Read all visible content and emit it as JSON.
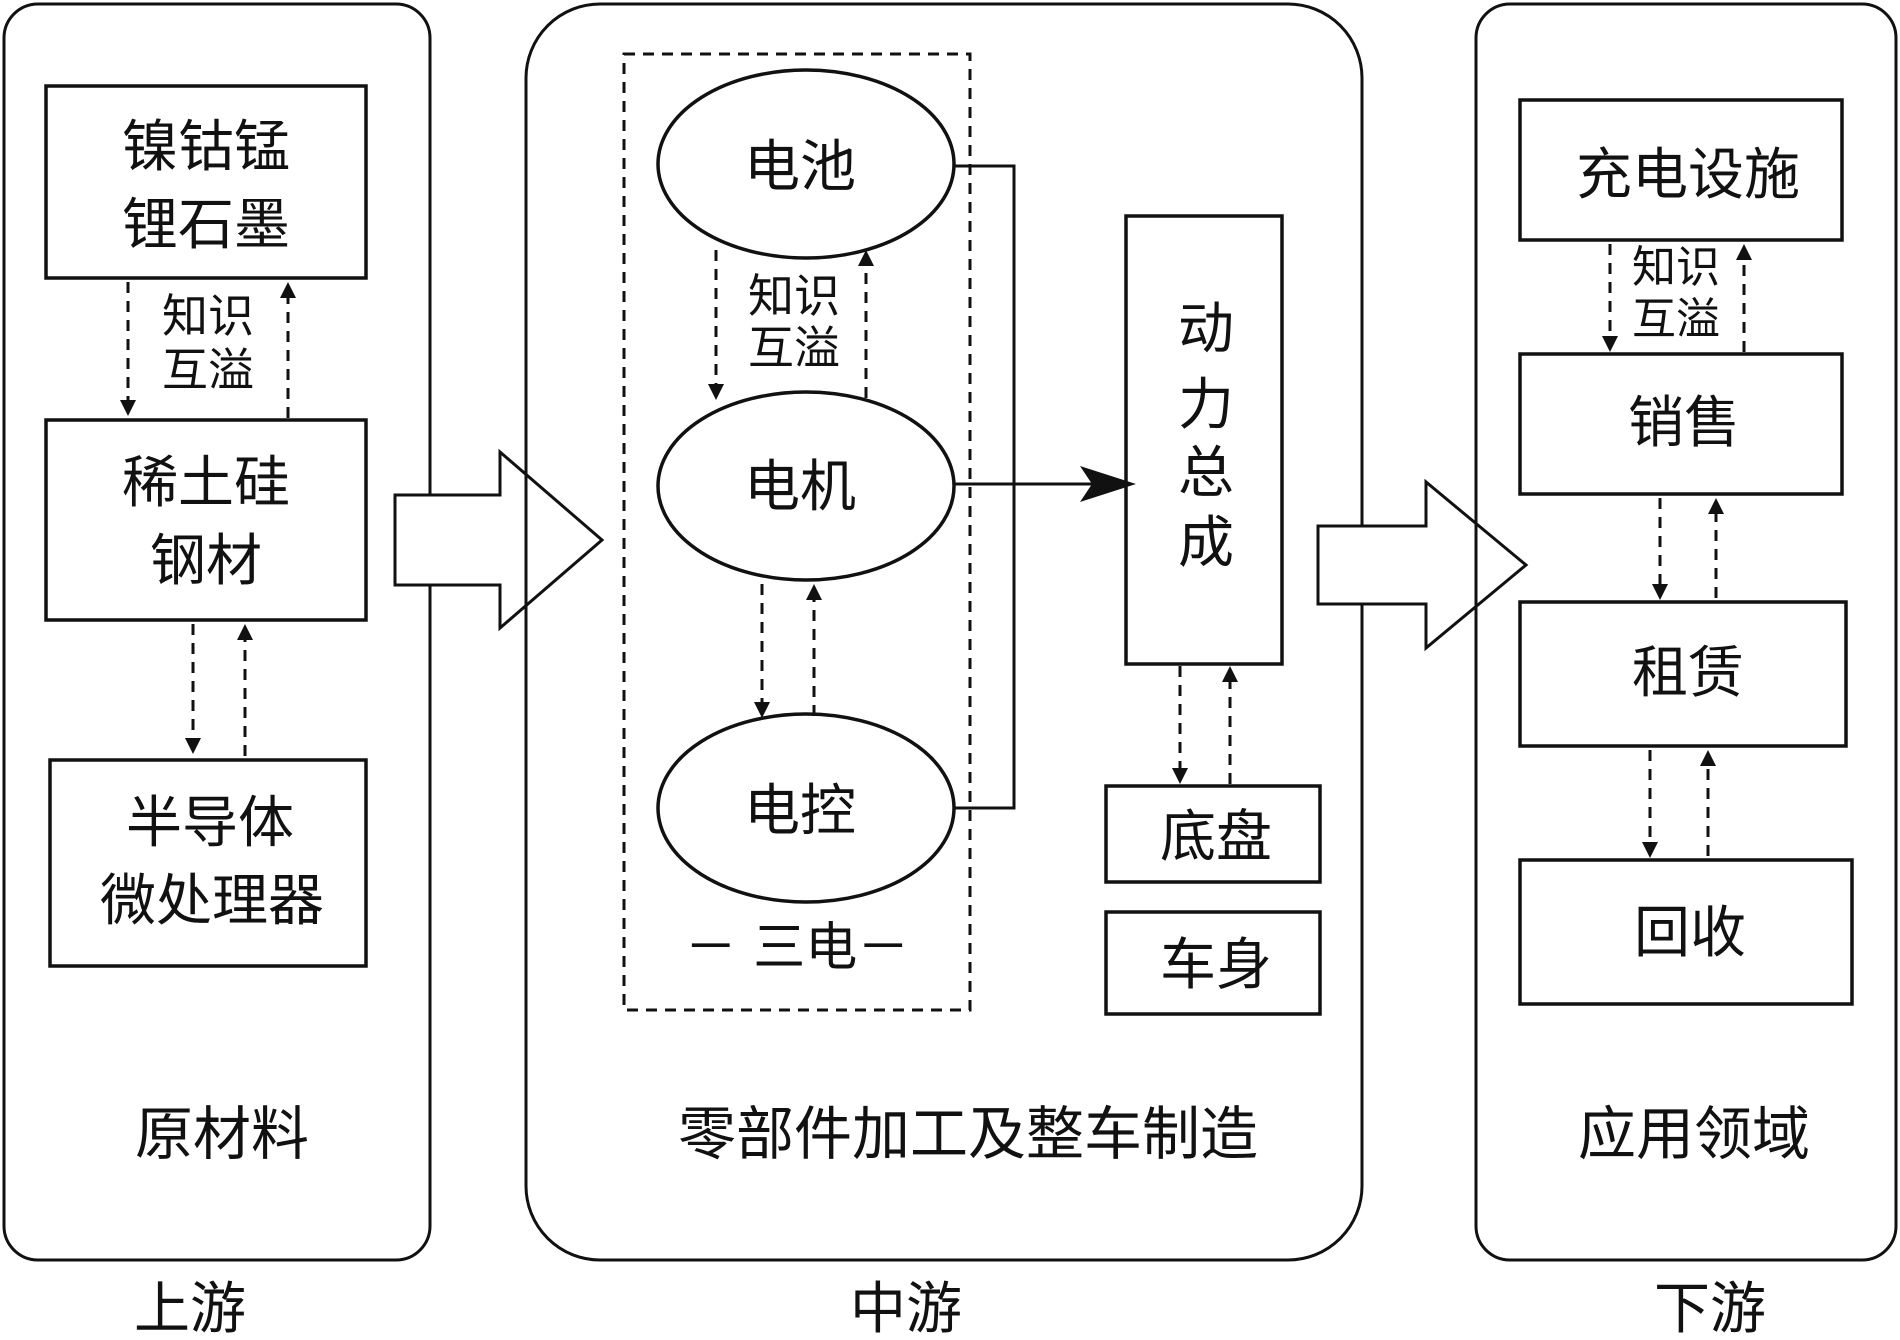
{
  "upstream": {
    "stage_label": "上游",
    "section_title": "原材料",
    "box1_lines": [
      "镍钴锰",
      "锂石墨"
    ],
    "spillover_lines": [
      "知识",
      "互溢"
    ],
    "box2_lines": [
      "稀土硅",
      "钢材"
    ],
    "box3_lines": [
      "半导体",
      "微处理器"
    ]
  },
  "midstream": {
    "stage_label": "中游",
    "section_title": "零部件加工及整车制造",
    "battery": "电池",
    "motor": "电机",
    "control": "电控",
    "spillover_lines": [
      "知识",
      "互溢"
    ],
    "group_label": "－ 三电－",
    "powertrain_lines": [
      "动",
      "力",
      "总",
      "成"
    ],
    "chassis": "底盘",
    "body": "车身"
  },
  "downstream": {
    "stage_label": "下游",
    "section_title": "应用领域",
    "charging": "充电设施",
    "spillover_lines": [
      "知识",
      "互溢"
    ],
    "sales": "销售",
    "leasing": "租赁",
    "recycling": "回收"
  }
}
